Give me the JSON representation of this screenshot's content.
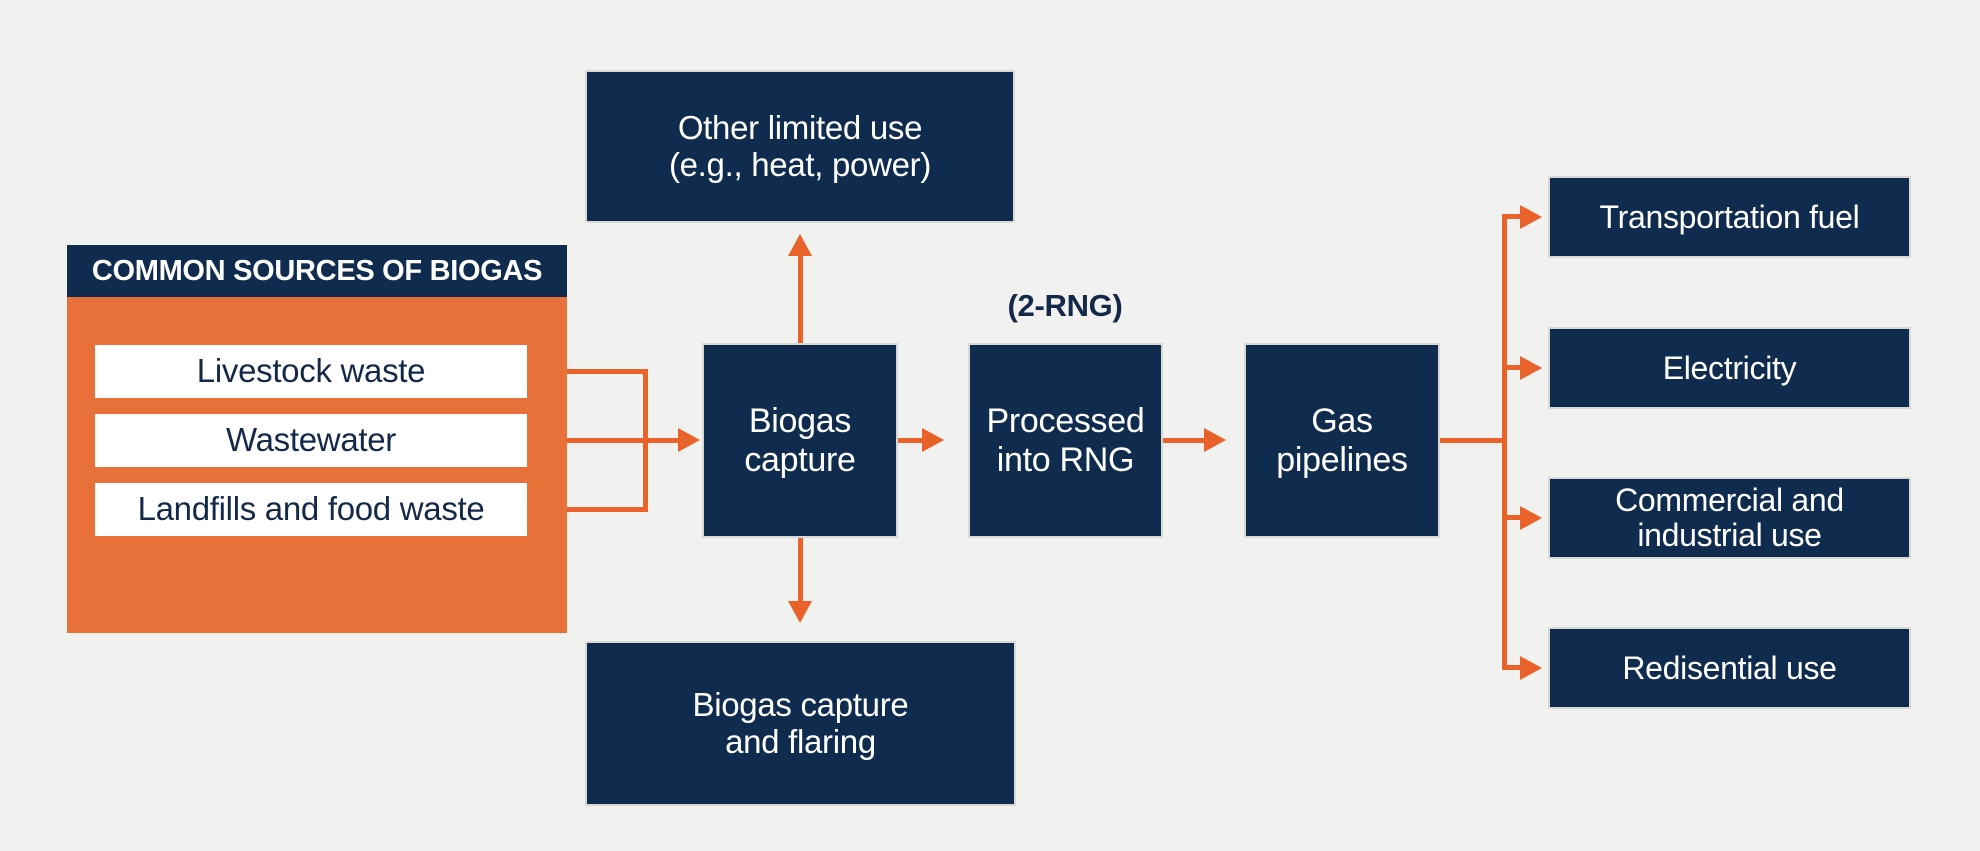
{
  "colors": {
    "navy": "#0f2b4d",
    "orange_panel": "#e8713a",
    "arrow_orange": "#e8622a",
    "background": "#f1f1ef",
    "text_navy": "#14294a",
    "white": "#ffffff",
    "box_border": "#d8d8d6"
  },
  "source_panel": {
    "header": "COMMON SOURCES OF BIOGAS",
    "sources": [
      "Livestock waste",
      "Wastewater",
      "Landfills and food waste"
    ]
  },
  "flow": {
    "other_use": "Other limited use\n(e.g., heat, power)",
    "biogas_capture": "Biogas\ncapture",
    "rng_label": "(2-RNG)",
    "processed": "Processed\ninto RNG",
    "pipelines": "Gas\npipelines",
    "flaring": "Biogas capture\nand flaring"
  },
  "outputs": [
    "Transportation fuel",
    "Electricity",
    "Commercial and\nindustrial use",
    "Redisential use"
  ]
}
